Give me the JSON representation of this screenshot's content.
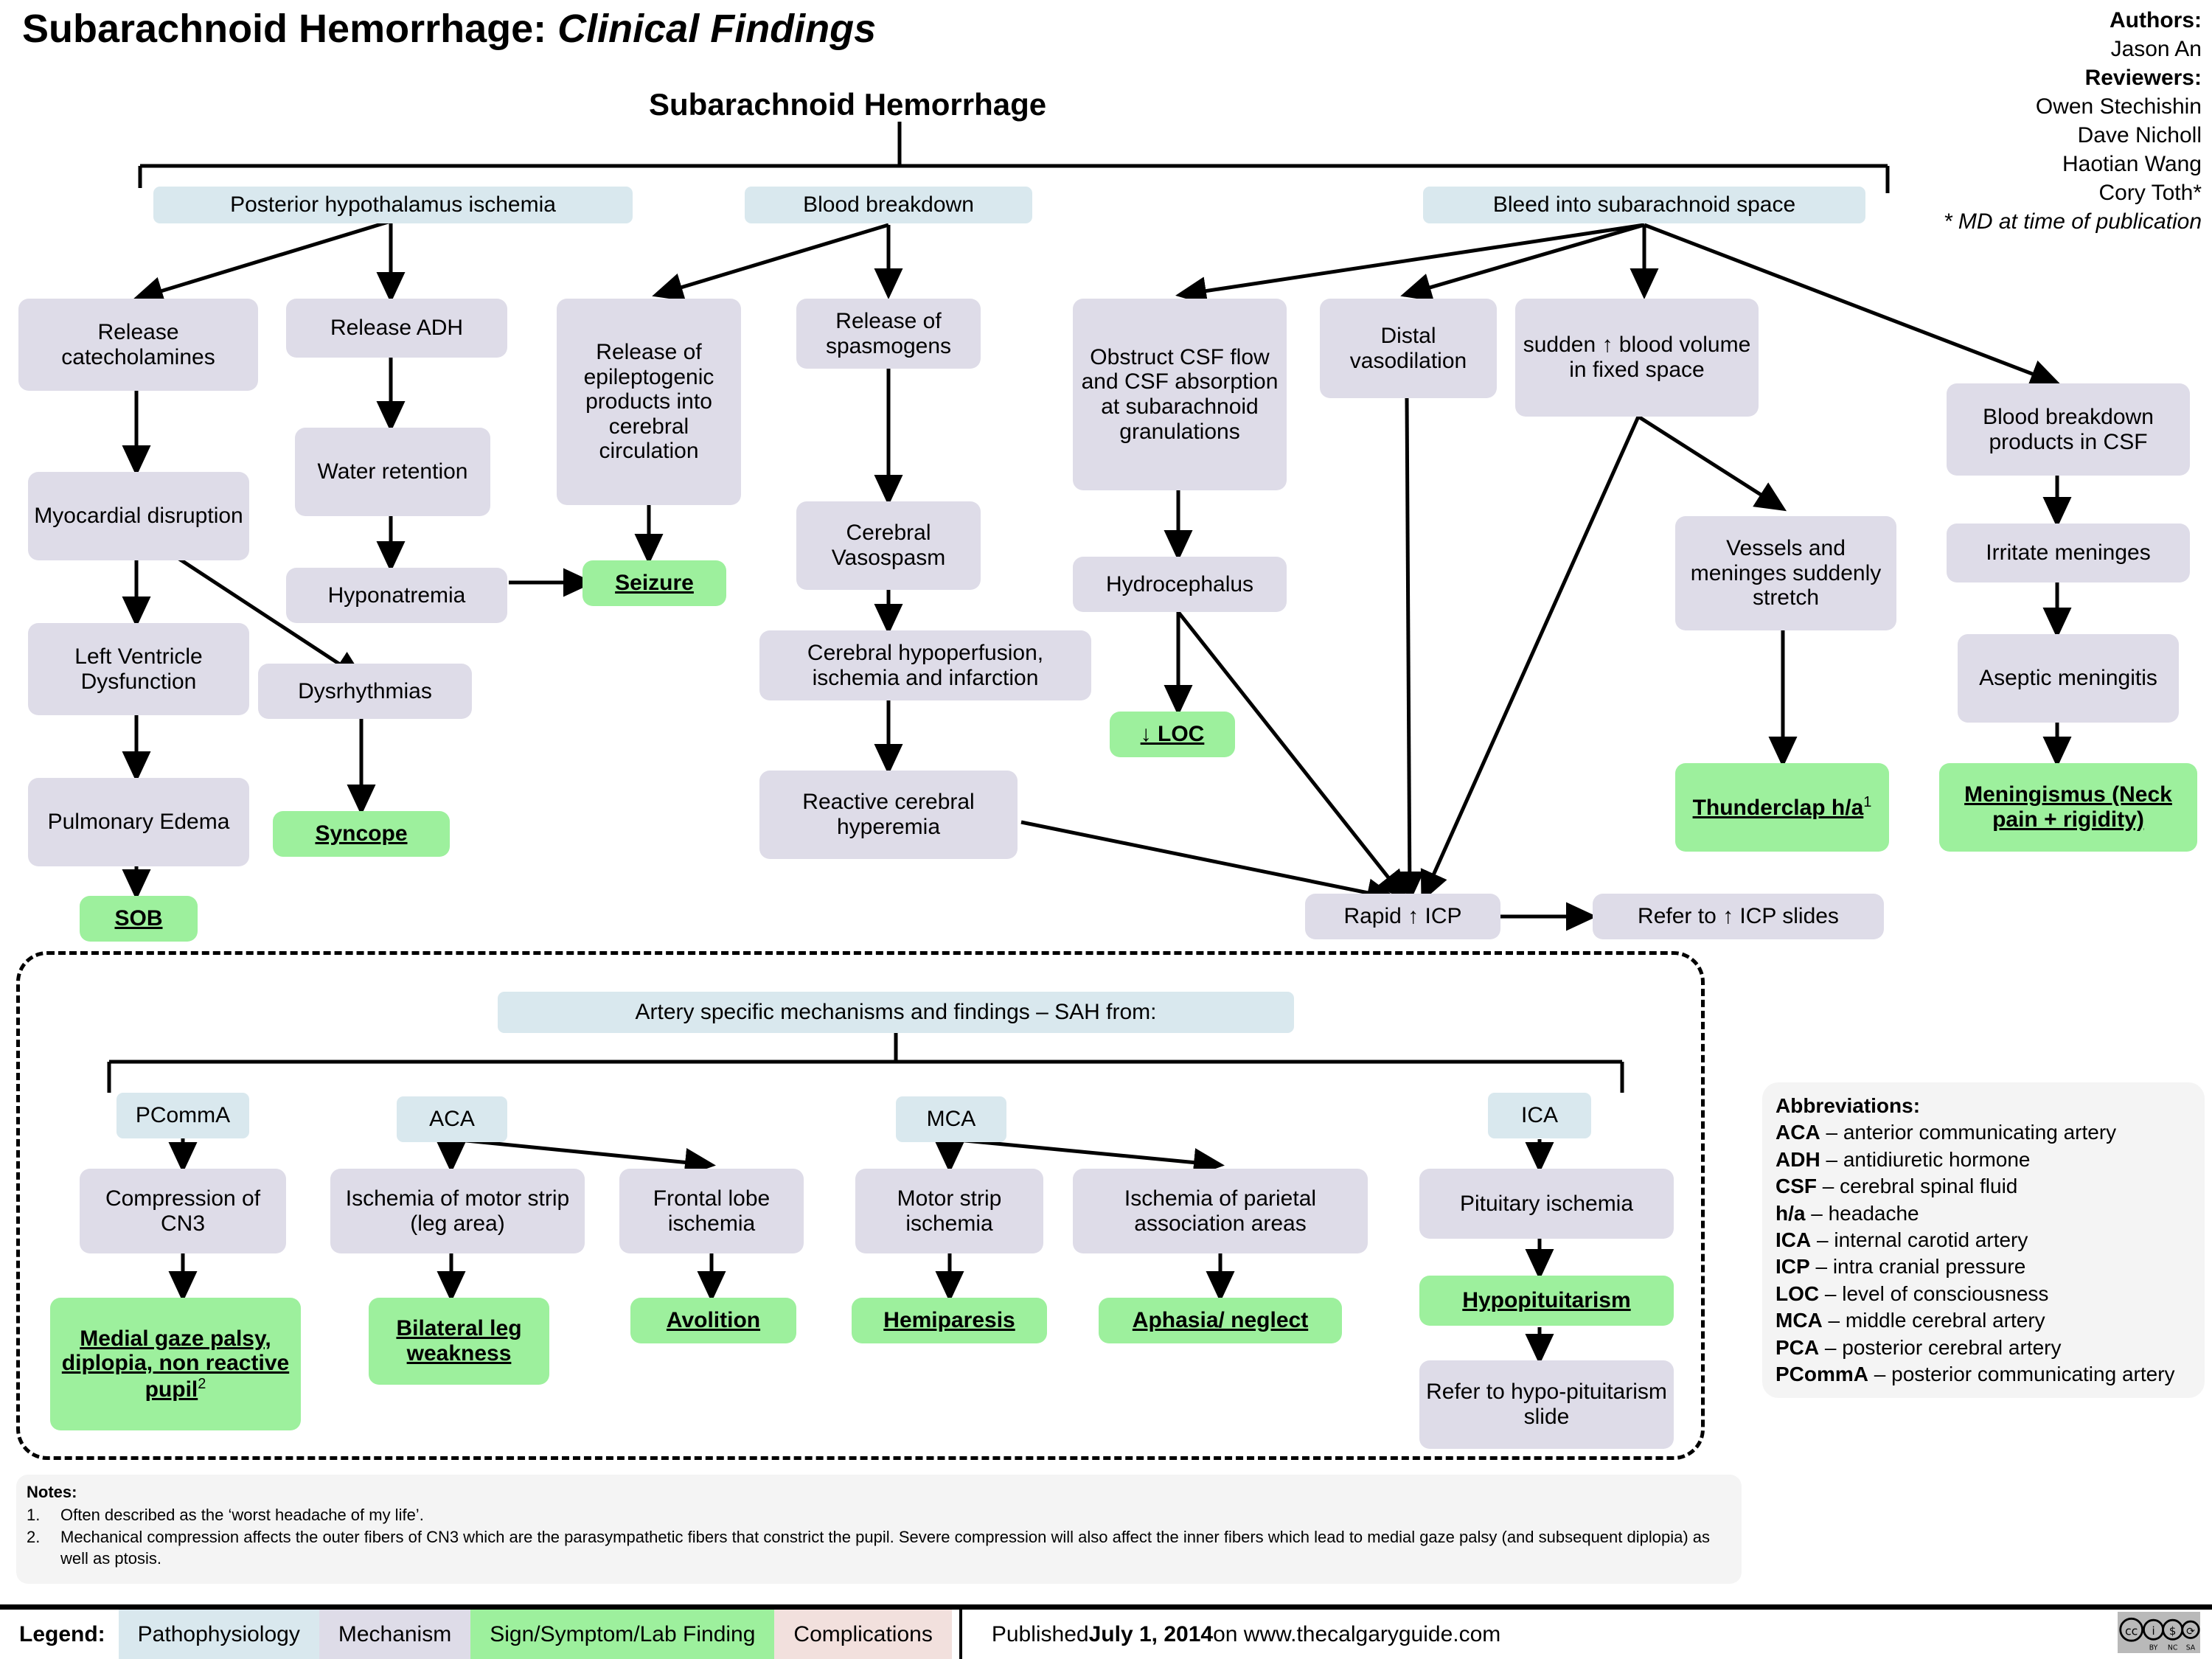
{
  "header": {
    "title_main": "Subarachnoid Hemorrhage:",
    "title_italic": "Clinical Findings",
    "root_node": "Subarachnoid Hemorrhage",
    "authors_label": "Authors:",
    "authors": [
      "Jason An"
    ],
    "reviewers_label": "Reviewers:",
    "reviewers": [
      "Owen Stechishin",
      "Dave Nicholl",
      "Haotian Wang",
      "Cory Toth*"
    ],
    "footnote": "* MD at time of publication"
  },
  "nodes": {
    "posterior_hypothalamus_ischemia": "Posterior hypothalamus ischemia",
    "blood_breakdown": "Blood breakdown",
    "bleed_into_subarachnoid_space": "Bleed into subarachnoid space",
    "release_catecholamines": "Release catecholamines",
    "release_adh": "Release ADH",
    "release_epileptogenic": "Release of epileptogenic products into cerebral circulation",
    "release_spasmogens": "Release of spasmogens",
    "obstruct_csf": "Obstruct CSF flow and CSF absorption at subarachnoid granulations",
    "distal_vasodilation": "Distal vasodilation",
    "sudden_blood_volume": "sudden ↑ blood volume in fixed space",
    "blood_breakdown_products_csf": "Blood breakdown products in CSF",
    "myocardial_disruption": "Myocardial disruption",
    "water_retention": "Water retention",
    "cerebral_vasospasm": "Cerebral Vasospasm",
    "hydrocephalus": "Hydrocephalus",
    "vessels_meninges_stretch": "Vessels and meninges suddenly stretch",
    "irritate_meninges": "Irritate meninges",
    "left_ventricle_dysfunction": "Left Ventricle Dysfunction",
    "hyponatremia": "Hyponatremia",
    "dysrhythmias": "Dysrhythmias",
    "cerebral_hypoperfusion": "Cerebral hypoperfusion, ischemia and infarction",
    "aseptic_meningitis": "Aseptic meningitis",
    "pulmonary_edema": "Pulmonary Edema",
    "reactive_cerebral_hyperemia": "Reactive cerebral hyperemia",
    "rapid_icp": "Rapid ↑ ICP",
    "refer_icp_slides": "Refer to ↑ ICP slides",
    "seizure": "Seizure",
    "syncope": "Syncope",
    "sob": "SOB",
    "loc": "↓ LOC",
    "thunderclap_ha": "Thunderclap h/a",
    "thunderclap_sup": "1",
    "meningismus": "Meningismus (Neck pain + rigidity)"
  },
  "artery_section": {
    "header": "Artery specific mechanisms and findings – SAH from:",
    "branches": [
      {
        "artery": "PCommA",
        "mechanism": "Compression of CN3",
        "findings": [
          "Medial gaze palsy, diplopia, non reactive pupil"
        ],
        "finding_sup": "2"
      },
      {
        "artery": "ACA",
        "mechanism": "Ischemia of motor strip (leg area)",
        "findings": [
          "Bilateral leg weakness"
        ]
      },
      {
        "artery": "ACA2",
        "mechanism": "Frontal lobe ischemia",
        "findings": [
          "Avolition"
        ]
      },
      {
        "artery": "MCA",
        "mechanism": "Motor strip ischemia",
        "findings": [
          "Hemiparesis"
        ]
      },
      {
        "artery": "MCA2",
        "mechanism": "Ischemia of parietal association areas",
        "findings": [
          "Aphasia/ neglect"
        ]
      },
      {
        "artery": "ICA",
        "mechanism": "Pituitary ischemia",
        "findings": [
          "Hypopituitarism"
        ],
        "extra": "Refer to hypo-pituitarism slide"
      }
    ]
  },
  "abbreviations": {
    "heading": "Abbreviations:",
    "items": [
      {
        "abbr": "ACA",
        "meaning": "anterior communicating artery"
      },
      {
        "abbr": "ADH",
        "meaning": "antidiuretic hormone"
      },
      {
        "abbr": "CSF",
        "meaning": "cerebral spinal fluid"
      },
      {
        "abbr": "h/a",
        "meaning": "headache"
      },
      {
        "abbr": "ICA",
        "meaning": "internal carotid artery"
      },
      {
        "abbr": "ICP",
        "meaning": "intra cranial pressure"
      },
      {
        "abbr": "LOC",
        "meaning": "level of consciousness"
      },
      {
        "abbr": "MCA",
        "meaning": "middle cerebral artery"
      },
      {
        "abbr": "PCA",
        "meaning": "posterior cerebral artery"
      },
      {
        "abbr": "PCommA",
        "meaning": "posterior communicating artery"
      }
    ]
  },
  "notes": {
    "heading": "Notes:",
    "items": [
      {
        "num": "1.",
        "text": "Often described as the ‘worst headache of my life’."
      },
      {
        "num": "2.",
        "text": "Mechanical compression affects the outer fibers of CN3 which are the parasympathetic fibers that constrict the pupil. Severe compression will also affect the inner fibers which lead to medial gaze palsy (and subsequent diplopia) as well as ptosis."
      }
    ]
  },
  "footer": {
    "legend_label": "Legend:",
    "legend_items": [
      {
        "label": "Pathophysiology",
        "color": "#d9e8ee"
      },
      {
        "label": "Mechanism",
        "color": "#dedce8"
      },
      {
        "label": "Sign/Symptom/Lab Finding",
        "color": "#9df09d"
      },
      {
        "label": "Complications",
        "color": "#f2e0dd"
      }
    ],
    "published_prefix": "Published ",
    "published_date": "July 1, 2014",
    "published_suffix": " on www.thecalgaryguide.com",
    "license": "CC BY-NC-SA"
  },
  "colors": {
    "pathophysiology": "#d9e8ee",
    "mechanism": "#dedce8",
    "sign": "#9df09d",
    "complications": "#f2e0dd",
    "line": "#000000"
  }
}
